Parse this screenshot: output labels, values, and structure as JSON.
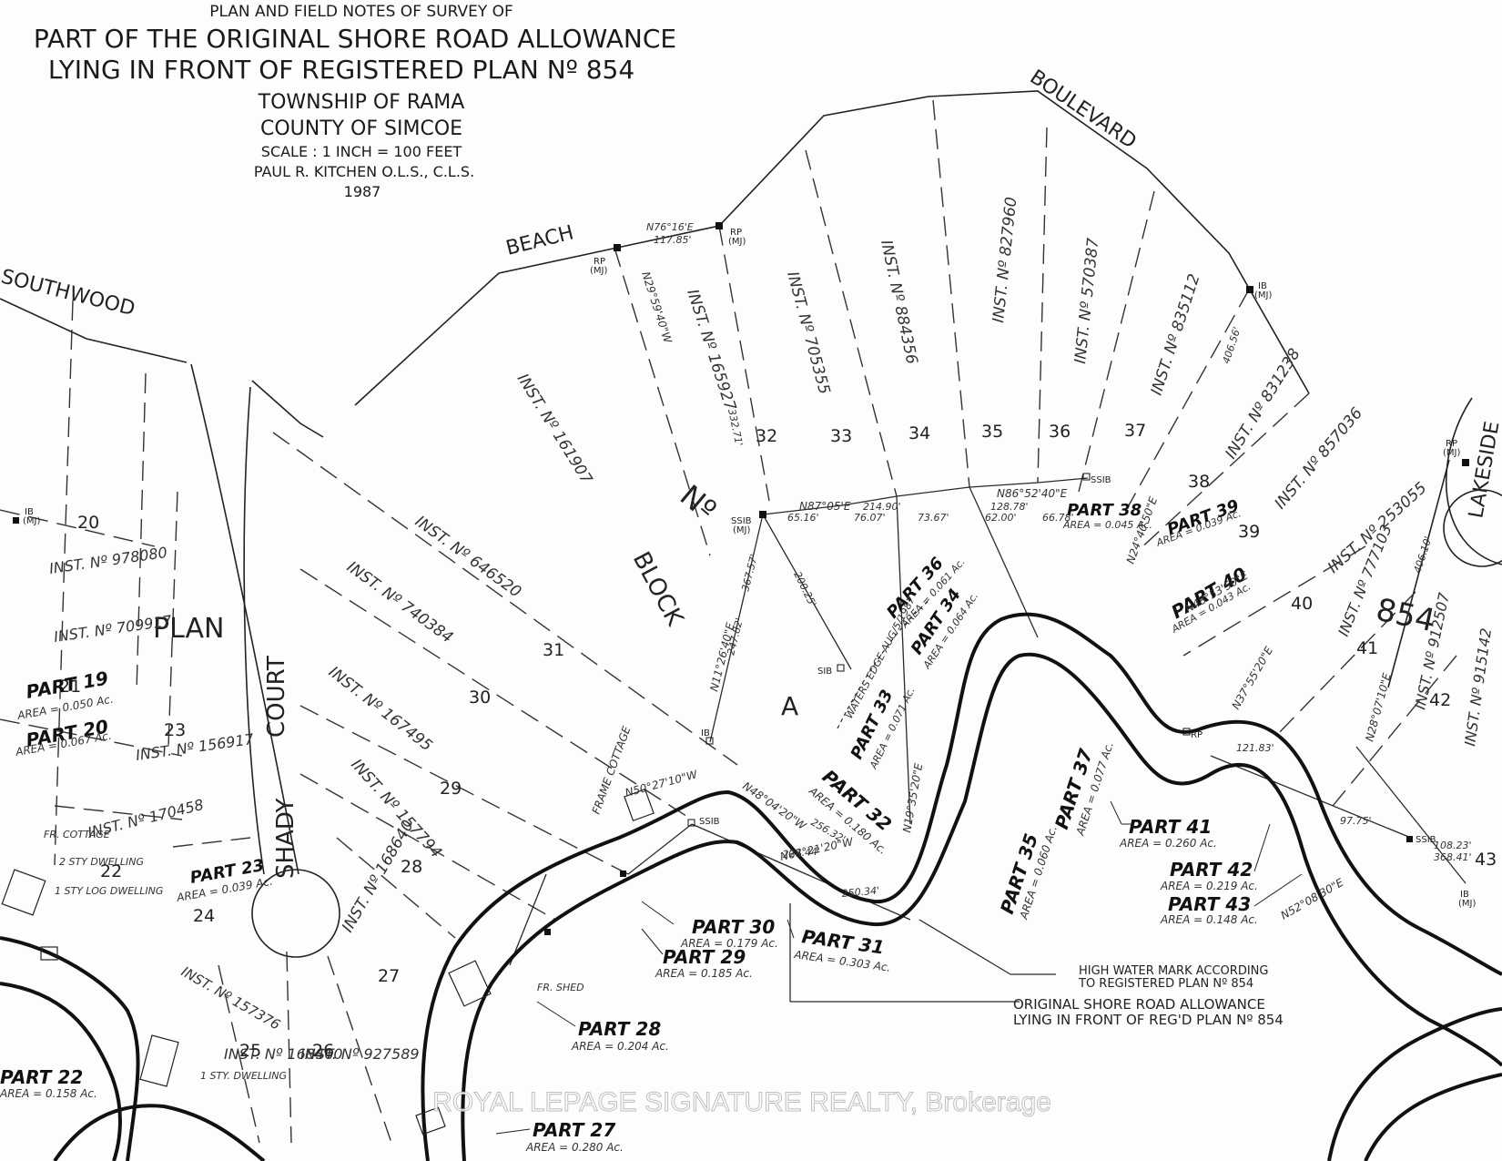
{
  "title": {
    "line1": "PLAN AND FIELD NOTES OF SURVEY OF",
    "line2": "PART OF THE ORIGINAL SHORE ROAD ALLOWANCE",
    "line3": "LYING IN FRONT OF REGISTERED PLAN Nº 854",
    "line4": "TOWNSHIP OF RAMA",
    "line5": "COUNTY OF SIMCOE",
    "line6": "SCALE : 1 INCH = 100 FEET",
    "line7": "PAUL R. KITCHEN O.L.S., C.L.S.",
    "line8": "1987"
  },
  "streets": {
    "beach": "BEACH",
    "boulevard": "BOULEVARD",
    "southwood": "SOUTHWOOD",
    "shady": "SHADY",
    "court": "COURT",
    "plan": "PLAN",
    "lakeside": "LAKESIDE",
    "block": "BLOCK",
    "no": "Nº",
    "block_letter": "A",
    "plan854": "854"
  },
  "instruments": [
    "INST. Nº 161907",
    "INST. Nº 165927",
    "INST. Nº 705355",
    "INST. Nº 884356",
    "INST. Nº 827960",
    "INST. Nº 570387",
    "INST. Nº 835112",
    "INST. Nº 831238",
    "INST. Nº 857036",
    "INST. Nº 253055",
    "INST. Nº 646520",
    "INST. Nº 740384",
    "INST. Nº 167495",
    "INST. Nº 157794",
    "INST. Nº 168640",
    "INST. Nº 168460",
    "INST. Nº 927589",
    "INST. Nº 978080",
    "INST. Nº 709917",
    "INST. Nº 156917",
    "INST. Nº 170458",
    "INST. Nº 157376",
    "INST. Nº 777103",
    "INST. Nº 912507",
    "INST. Nº 915142"
  ],
  "lots": [
    "20",
    "21",
    "22",
    "23",
    "24",
    "25",
    "26",
    "27",
    "28",
    "29",
    "30",
    "31",
    "32",
    "33",
    "34",
    "35",
    "36",
    "37",
    "38",
    "39",
    "40",
    "41",
    "42",
    "43"
  ],
  "parts": [
    {
      "label": "PART 19",
      "area": "AREA = 0.050 Ac."
    },
    {
      "label": "PART 20",
      "area": "AREA = 0.067 Ac."
    },
    {
      "label": "PART 22",
      "area": "AREA = 0.158 Ac."
    },
    {
      "label": "PART 23",
      "area": "AREA = 0.039 Ac."
    },
    {
      "label": "PART 27",
      "area": "AREA = 0.280 Ac."
    },
    {
      "label": "PART 28",
      "area": "AREA = 0.204 Ac."
    },
    {
      "label": "PART 29",
      "area": "AREA = 0.185 Ac."
    },
    {
      "label": "PART 30",
      "area": "AREA = 0.179 Ac."
    },
    {
      "label": "PART 31",
      "area": "AREA = 0.303 Ac."
    },
    {
      "label": "PART 32",
      "area": "AREA = 0.180 Ac."
    },
    {
      "label": "PART 33",
      "area": "AREA = 0.071 Ac."
    },
    {
      "label": "PART 34",
      "area": "AREA = 0.064 Ac."
    },
    {
      "label": "PART 35",
      "area": "AREA = 0.060 Ac."
    },
    {
      "label": "PART 36",
      "area": "AREA = 0.061 Ac."
    },
    {
      "label": "PART 37",
      "area": "AREA = 0.077 Ac."
    },
    {
      "label": "PART 38",
      "area": "AREA = 0.045 Ac."
    },
    {
      "label": "PART 39",
      "area": "AREA = 0.039 Ac."
    },
    {
      "label": "PART 40",
      "area": "AREA = 0.043 Ac."
    },
    {
      "label": "PART 41",
      "area": "AREA = 0.260 Ac."
    },
    {
      "label": "PART 42",
      "area": "AREA = 0.219 Ac."
    },
    {
      "label": "PART 43",
      "area": "AREA = 0.148 Ac."
    }
  ],
  "notes": {
    "hwm1": "HIGH WATER MARK ACCORDING",
    "hwm2": "TO REGISTERED PLAN Nº 854",
    "osra1": "ORIGINAL SHORE ROAD ALLOWANCE",
    "osra2": "LYING IN FRONT OF REG'D PLAN Nº 854",
    "waters_edge": "WATERS EDGE AUG/5/1987",
    "frame_cottage": "FRAME COTTAGE",
    "fr_cottage": "FR. COTTAGE",
    "sty_dwelling": "2 STY DWELLING",
    "log_dwelling": "1 STY LOG DWELLING",
    "sty1_dwelling": "1 STY. DWELLING",
    "fr_shed": "FR. SHED"
  },
  "bearings": {
    "b1": "N76°16'E",
    "b1d": "117.85'",
    "b2": "N87°05'E",
    "b3": "N86°52'40\"E",
    "b4": "N48°04'20\"W",
    "b5": "N11°26'40\"E",
    "b6": "N29°59'40\"W",
    "b7": "N50°27'10\"W",
    "b8": "N68°21'20\"W",
    "b9": "N37°55'20\"E",
    "b10": "N48°53'50\"E",
    "b11": "N24°40'50\"E",
    "b12": "N52°08'30\"E",
    "b13": "N28°07'10\"E",
    "b14": "N19°35'20\"E",
    "d1": "214.90'",
    "d2": "128.78'",
    "d3": "65.16'",
    "d4": "76.07'",
    "d5": "73.67'",
    "d6": "62.00'",
    "d7": "66.78'",
    "d8": "367.57'",
    "d9": "247.82'",
    "d10": "256.32'",
    "d11": "224.44'",
    "d12": "250.34'",
    "d13": "200.25'",
    "d14": "121.83'",
    "d15": "97.75'",
    "d16": "108.23'",
    "d17": "368.41'",
    "d18": "406.56'",
    "d19": "406.10'",
    "d20": "332.71'"
  },
  "markers": {
    "ib": "IB",
    "ssib": "SSIB",
    "sib": "SIB",
    "rp": "RP",
    "mj": "(MJ)"
  },
  "watermark": "ROYAL LEPAGE SIGNATURE REALTY, Brokerage"
}
